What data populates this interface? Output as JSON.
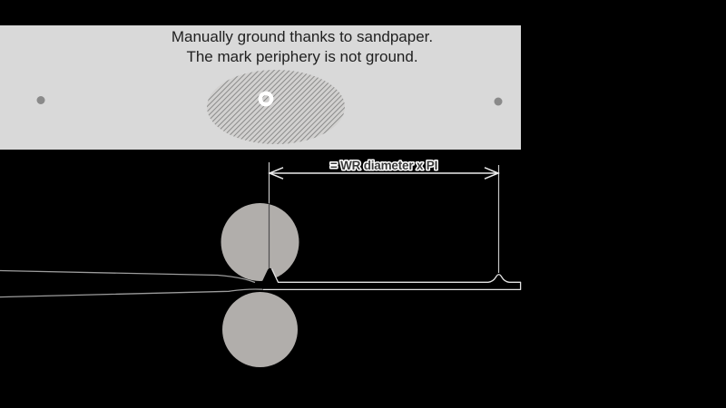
{
  "panel": {
    "caption_line1": "Manually ground thanks to sandpaper.",
    "caption_line2": "The mark periphery is not ground."
  },
  "dimension": {
    "label": "= WR diameter x PI"
  },
  "legend": {
    "roll_mark": "hatched-ellipse-ground-area",
    "mark_center": "white-ring-mark"
  },
  "colors": {
    "background": "#000000",
    "panel": "#d9d9d9",
    "caption_text": "#1f1f1f",
    "roll": "#b1aeab",
    "dot": "#8a8a8a",
    "hatch_line": "#7f7f7f",
    "ring": "#ffffff",
    "strip_fill": "#000000",
    "dimension_line": "#ececec"
  }
}
